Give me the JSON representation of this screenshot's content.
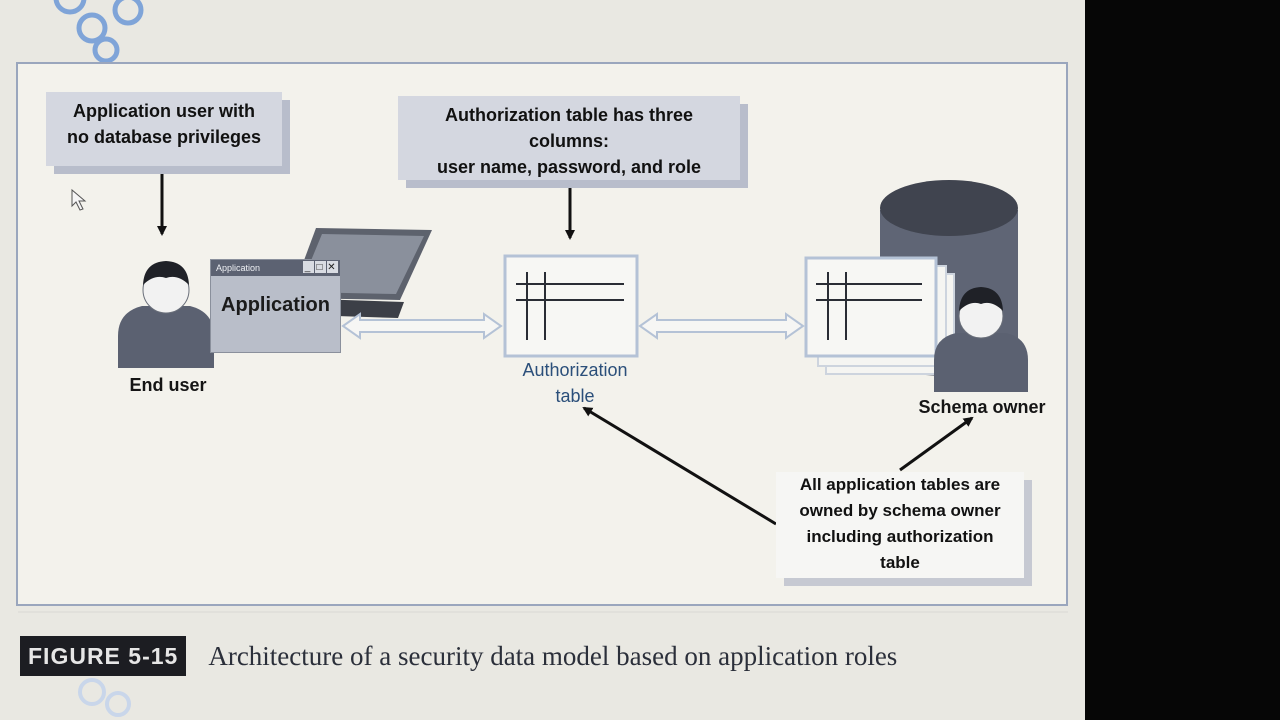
{
  "callouts": {
    "end_user": {
      "line1": "Application user with",
      "line2": "no database privileges"
    },
    "auth_columns": {
      "line1": "Authorization table has three",
      "line2": "columns:",
      "line3": "user name, password, and role"
    },
    "app_tables": {
      "line1": "All application tables are",
      "line2": "owned by schema owner",
      "line3": "including authorization",
      "line4": "table"
    }
  },
  "labels": {
    "end_user": "End  user",
    "schema_owner": "Schema owner",
    "auth_table_line1": "Authorization",
    "auth_table_line2": "table"
  },
  "app_window": {
    "titlebar": "Application",
    "title": "Application",
    "controls": [
      "_",
      "□",
      "✕"
    ]
  },
  "caption": {
    "figure_number": "FIGURE 5-15",
    "text": "Architecture of a security data model based on application roles"
  },
  "colors": {
    "page": "#e9e8e2",
    "callout": "#d4d7e0",
    "arrow": "#111111",
    "figure_tag": "#1c1d22"
  },
  "icons": [
    "person-icon",
    "laptop-icon",
    "table-icon",
    "database-cylinder-icon",
    "cursor-icon",
    "logo-bubbles-icon"
  ]
}
